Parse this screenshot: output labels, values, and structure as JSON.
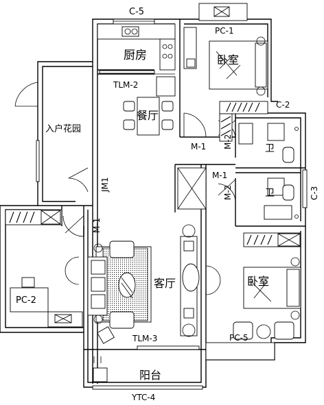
{
  "plan": {
    "labels": {
      "window_c5": "C-5",
      "window_pc1": "PC-1",
      "kitchen": "厨房",
      "bedroom_top": "卧室",
      "tlm2": "TLM-2",
      "dining": "餐厅",
      "window_c2": "C-2",
      "entry_garden": "入户花园",
      "m1_top": "M-1",
      "m2_top": "M-2",
      "bath_top": "卫",
      "m1_mid": "M-1",
      "m2_mid": "M-2",
      "bath_mid": "卫",
      "window_c3": "C-3",
      "jm1": "JM1",
      "m1_left": "M-1",
      "living": "客厅",
      "bedroom_bottom": "卧室",
      "window_pc2": "PC-2",
      "window_pc5": "PC-5",
      "tlm3": "TLM-3",
      "balcony": "阳台",
      "window_ytc4": "YTC-4"
    }
  }
}
